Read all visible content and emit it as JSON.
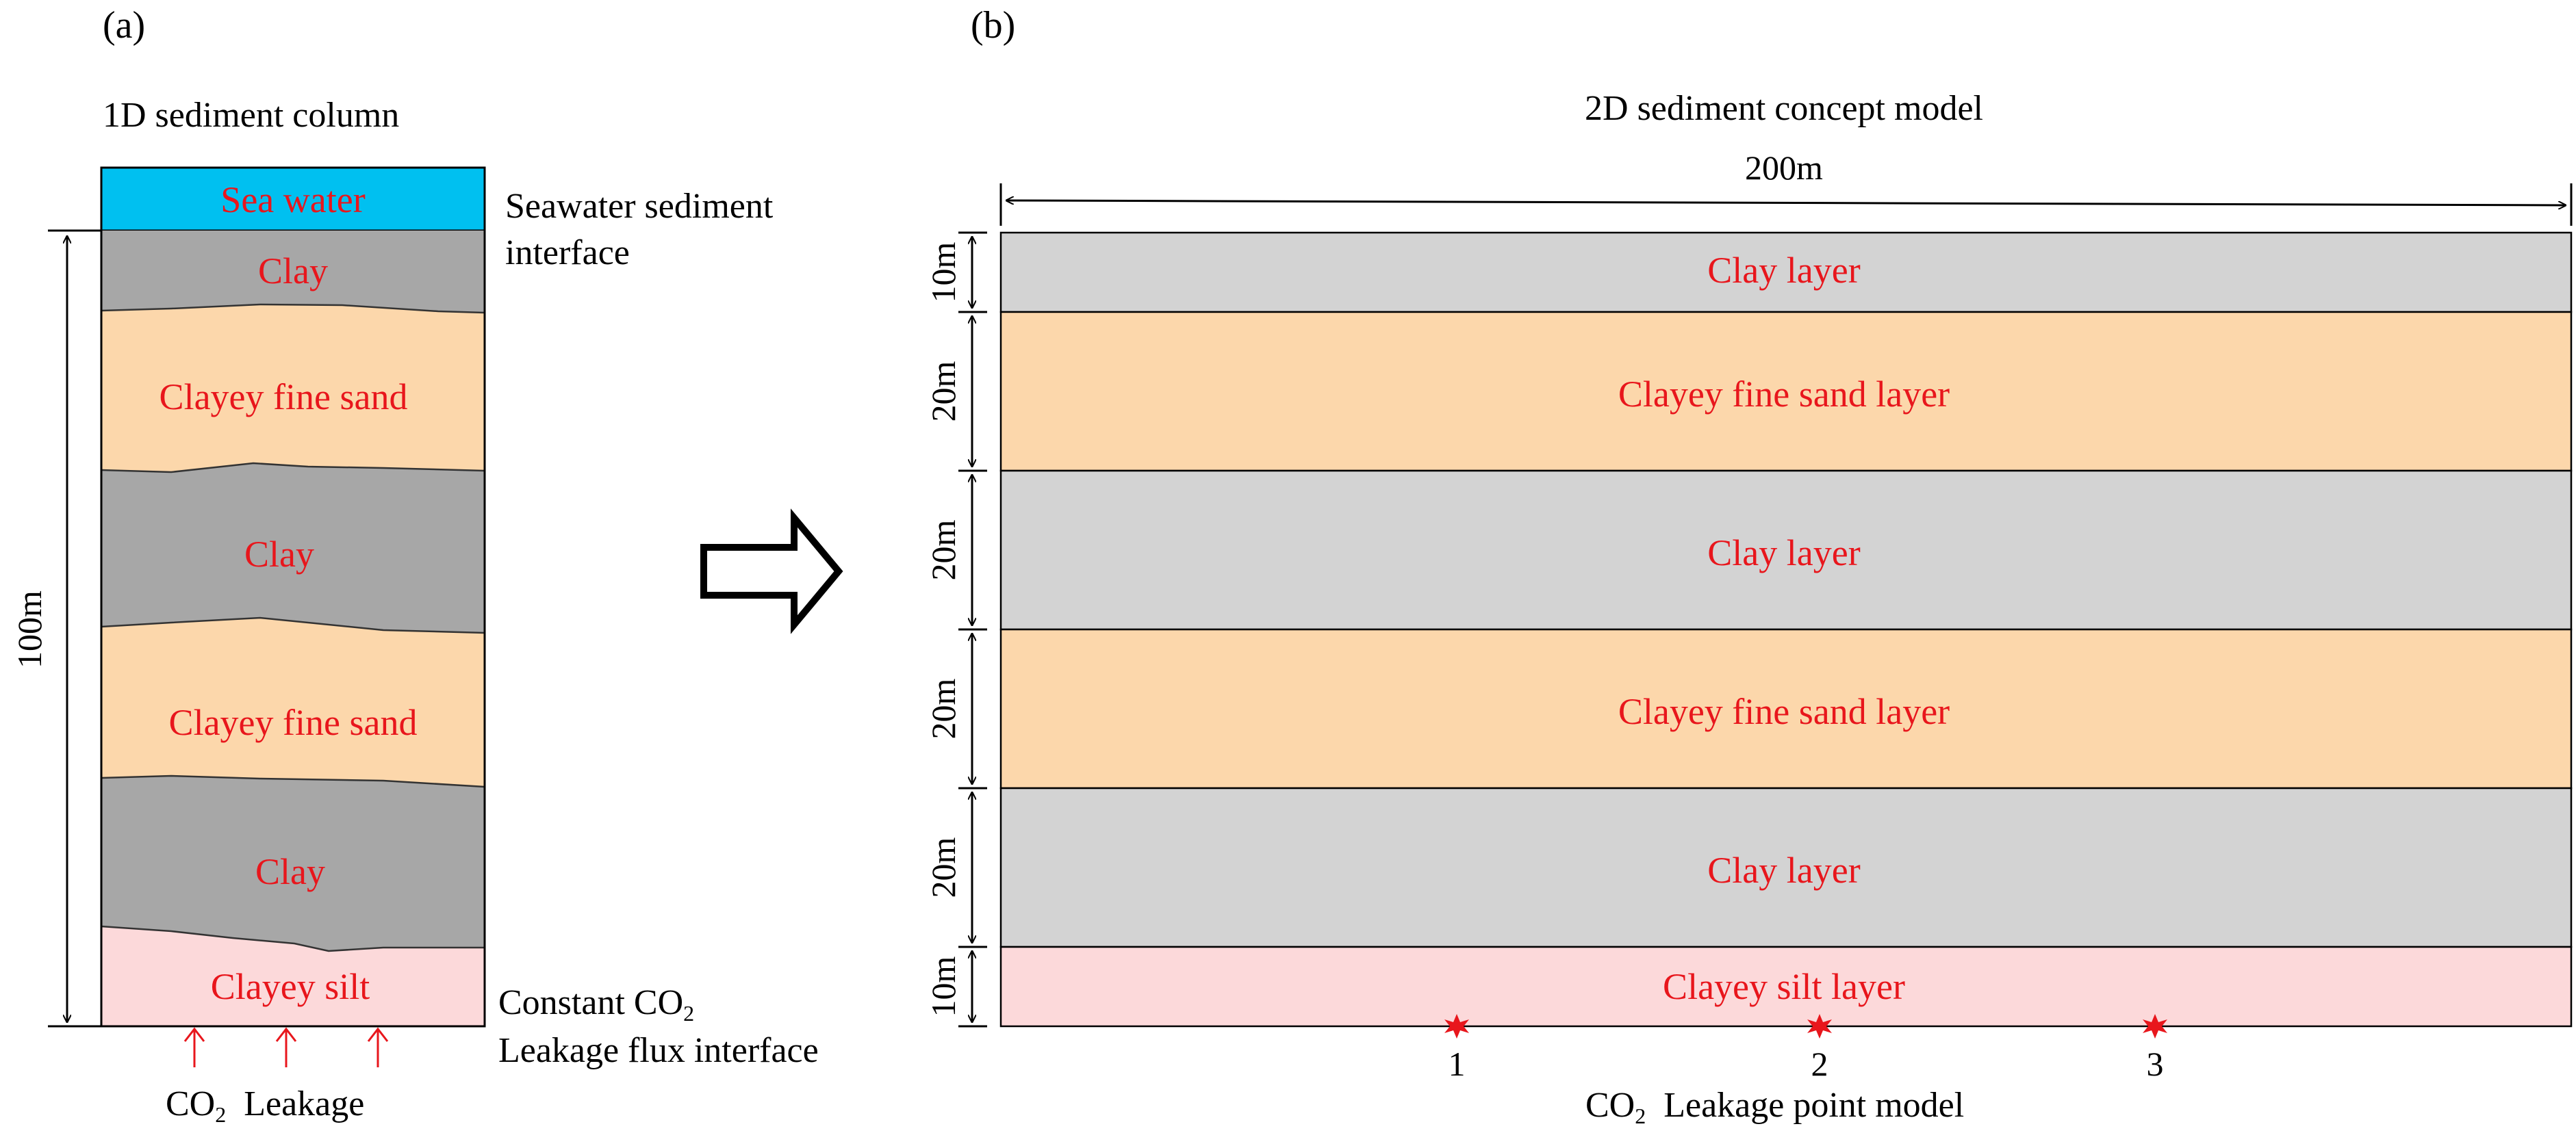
{
  "panel_a": {
    "tag": "(a)",
    "title": "1D  sediment column",
    "seawater_label": "Sea water",
    "layers": [
      {
        "label": "Clay",
        "color": "#a7a7a7"
      },
      {
        "label": "Clayey  fine sand",
        "color": "#fcd7ab"
      },
      {
        "label": "Clay",
        "color": "#a7a7a7"
      },
      {
        "label": "Clayey  fine sand",
        "color": "#fcd7ab"
      },
      {
        "label": "Clay",
        "color": "#a7a7a7"
      },
      {
        "label": "Clayey silt",
        "color": "#fcd9da"
      }
    ],
    "seawater_color": "#00c0f0",
    "depth_label": "100m",
    "interface_top_line1": "Seawater sediment",
    "interface_top_line2": "interface",
    "interface_bottom_line1_prefix": "Constant CO",
    "interface_bottom_line1_sub": "2",
    "interface_bottom_line2": "Leakage flux interface",
    "leakage_prefix": "CO",
    "leakage_sub": "2",
    "leakage_suffix": "  Leakage"
  },
  "transition_arrow": "hollow-right-arrow",
  "panel_b": {
    "tag": "(b)",
    "title": "2D  sediment concept model",
    "width_label": "200m",
    "layers": [
      {
        "label": "Clay layer",
        "thickness": "10m",
        "color": "#d3d3d3"
      },
      {
        "label": "Clayey  fine sand layer",
        "thickness": "20m",
        "color": "#fcd7ab"
      },
      {
        "label": "Clay layer",
        "thickness": "20m",
        "color": "#d3d3d3"
      },
      {
        "label": "Clayey  fine sand layer",
        "thickness": "20m",
        "color": "#fcd7ab"
      },
      {
        "label": "Clay layer",
        "thickness": "20m",
        "color": "#d3d3d3"
      },
      {
        "label": "Clayey silt layer",
        "thickness": "10m",
        "color": "#fcd9da"
      }
    ],
    "leak_points": [
      "1",
      "2",
      "3"
    ],
    "leak_point_color": "#e8161c",
    "caption_prefix": "CO",
    "caption_sub": "2",
    "caption_suffix": "  Leakage point model"
  }
}
